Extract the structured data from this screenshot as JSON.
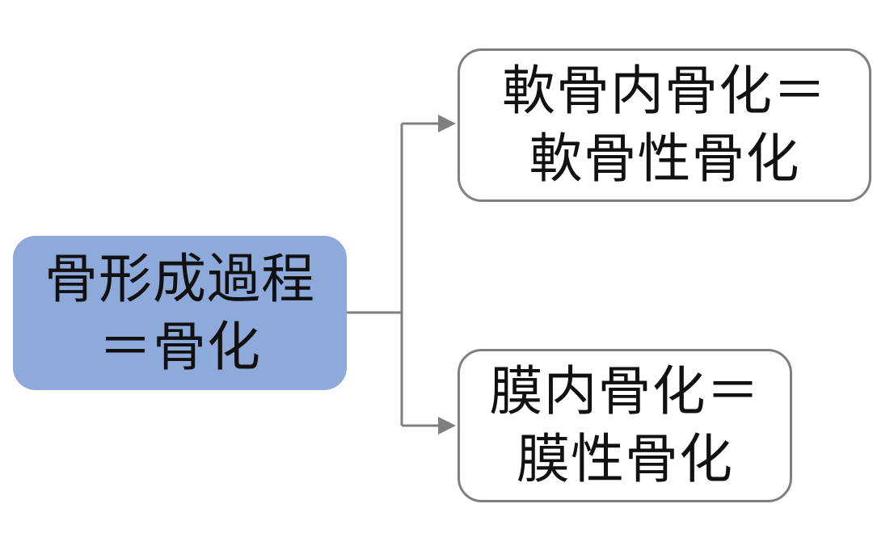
{
  "diagram": {
    "root": {
      "lines": [
        "骨形成過程",
        "＝骨化"
      ],
      "fill": "#8eaadb"
    },
    "children": [
      {
        "lines": [
          "軟骨内骨化＝",
          "軟骨性骨化"
        ]
      },
      {
        "lines": [
          "膜内骨化＝",
          "膜性骨化"
        ]
      }
    ],
    "connector_color": "#7f7f7f",
    "border_color": "#7f7f7f"
  }
}
